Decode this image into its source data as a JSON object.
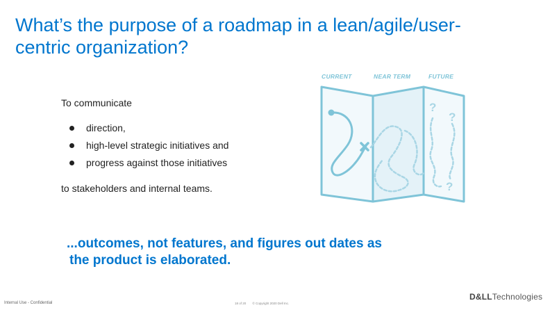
{
  "slide": {
    "title_line1": "What’s the purpose of a roadmap in a lean/agile/user-",
    "title_line2": "centric organization?",
    "intro": "To communicate",
    "bullets": [
      "direction,",
      "high-level strategic initiatives and",
      "progress against those initiatives"
    ],
    "outro": "to stakeholders and internal teams.",
    "callout_line1": "...outcomes, not features, and figures out dates as",
    "callout_line2": "the product is elaborated."
  },
  "illustration": {
    "column_labels": [
      "CURRENT",
      "NEAR TERM",
      "FUTURE"
    ],
    "question_mark": "?",
    "colors": {
      "map_stroke": "#7FC4D8",
      "map_fill_light": "#F2F9FC",
      "map_fill_mid": "#E4F2F8"
    }
  },
  "footer": {
    "classification": "Internal Use - Confidential",
    "page": "18 of 20",
    "copyright": "© Copyright 2020 Dell Inc.",
    "logo_bold": "D&LL",
    "logo_text": "Technologies"
  },
  "colors": {
    "title": "#0076CE",
    "callout": "#0076CE",
    "body_text": "#222222"
  }
}
